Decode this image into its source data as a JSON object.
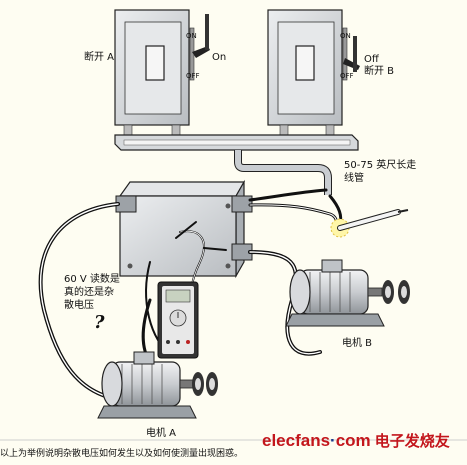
{
  "labels": {
    "switch_a": "断开 A",
    "switch_a_state": "On",
    "switch_b_state": "Off",
    "switch_b": "断开 B",
    "conduit_line1": "50-75 英尺长走",
    "conduit_line2": "线管",
    "question_line1": "60 V 读数是",
    "question_line2": "真的还是杂",
    "question_line3": "散电压",
    "question_mark": "?",
    "motor_a": "电机 A",
    "motor_b": "电机 B",
    "on_small_a": "ON",
    "off_small_a": "OFF",
    "on_small_b": "ON",
    "off_small_b": "OFF"
  },
  "caption": "以上为举例说明杂散电压如何发生以及如何使测量出现困惑。",
  "watermark": {
    "brand1": "elecfans",
    "dot": "·",
    "brand2": "com",
    "cn": "电子发烧友"
  },
  "colors": {
    "box_fill": "#d7dadc",
    "box_stroke": "#222222",
    "wire_black": "#111111",
    "wire_white": "#ffffff",
    "watermark_red": "#c3161c",
    "watermark_blue": "#1a3a8c"
  }
}
